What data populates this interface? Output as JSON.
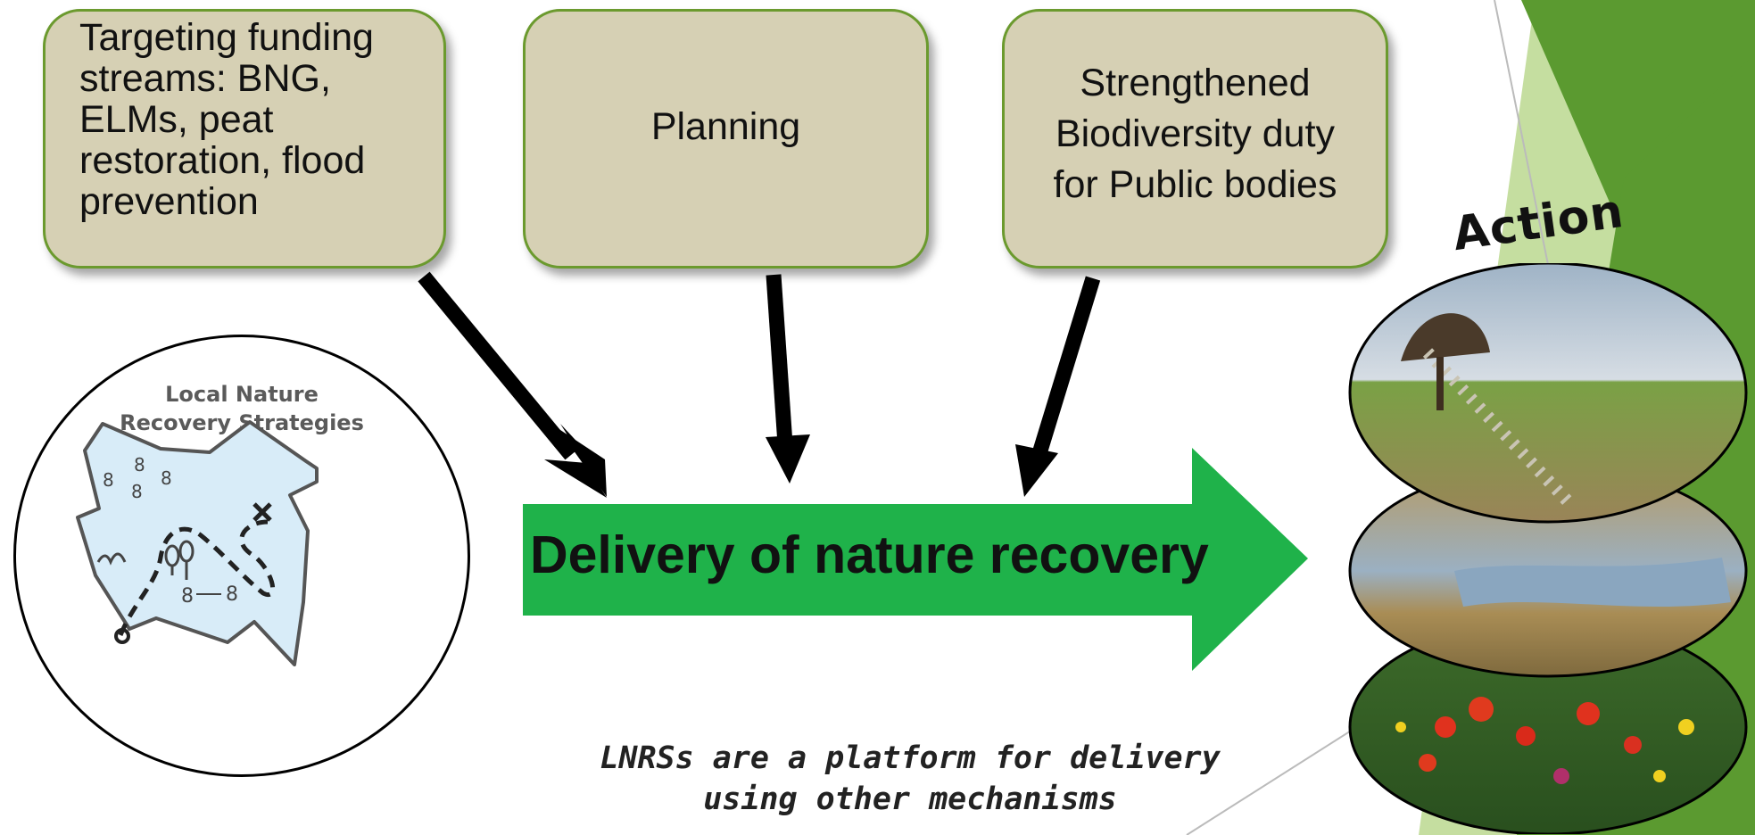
{
  "boxes": {
    "funding": [
      "Targeting funding",
      "streams: BNG,",
      "ELMs, peat",
      "restoration, flood",
      "prevention"
    ],
    "planning": "Planning",
    "duty": [
      "Strengthened",
      "Biodiversity duty",
      "for Public bodies"
    ]
  },
  "map": {
    "title_line1": "Local Nature",
    "title_line2": "Recovery Strategies"
  },
  "delivery": "Delivery of nature recovery",
  "footnote": [
    "LNRSs are a platform for delivery",
    "using other mechanisms"
  ],
  "action": "Action",
  "photos": [
    "hedgerow-photo",
    "wetland-photo",
    "wildflower-meadow-photo"
  ],
  "colors": {
    "box_fill": "#d6d0b4",
    "box_border": "#6b9a2e",
    "delivery_arrow": "#1fb24a",
    "accent_green": "#5b9a30",
    "light_green": "#c5dea0"
  }
}
